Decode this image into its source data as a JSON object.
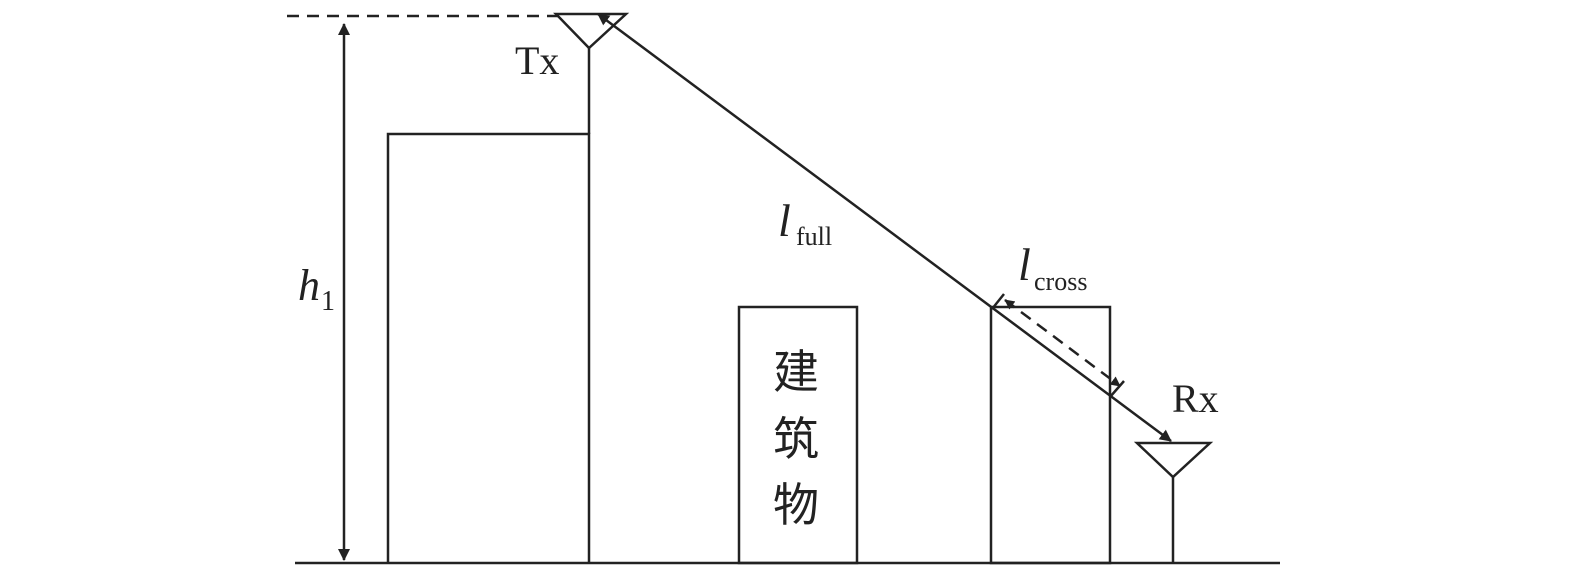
{
  "labels": {
    "tx": "Tx",
    "rx": "Rx",
    "h_symbol": "h",
    "h_sub": "1",
    "l_symbol": "l",
    "full_sub": "full",
    "cross_sub": "cross",
    "building_chars": [
      "建",
      "筑",
      "物"
    ]
  },
  "colors": {
    "line": "#222222",
    "background": "#ffffff"
  }
}
